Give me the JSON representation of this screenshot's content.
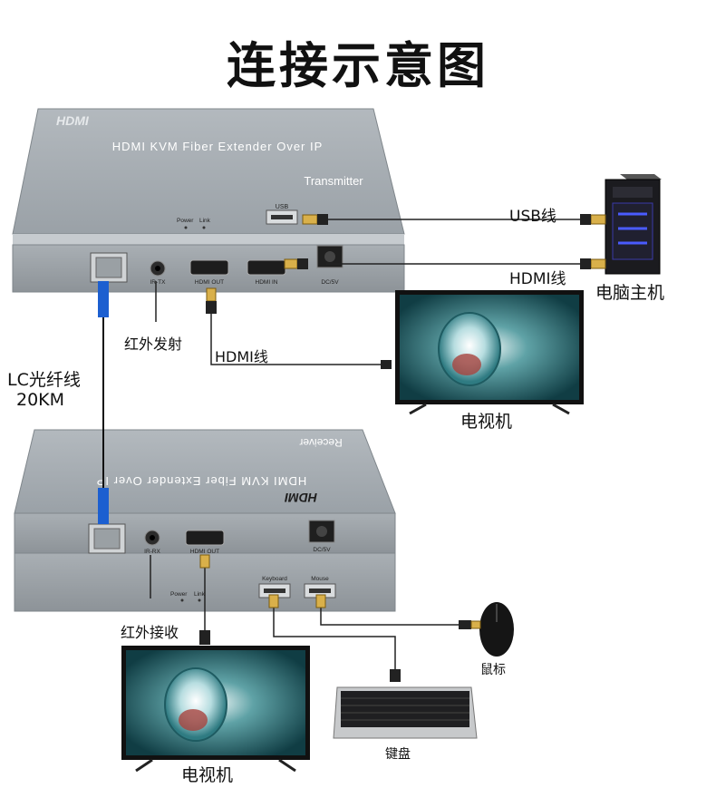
{
  "title": "连接示意图",
  "transmitter": {
    "brand": "HDMI",
    "model": "HDMI KVM Fiber Extender Over IP",
    "name": "Transmitter",
    "ports": {
      "usb": "USB",
      "power": "Power",
      "link": "Link",
      "ir": "IR-TX",
      "hdmi_out": "HDMI OUT",
      "hdmi_in": "HDMI IN",
      "dc": "DC/5V"
    }
  },
  "receiver": {
    "brand": "HDMI",
    "model": "HDMI KVM Fiber Extender Over IP",
    "name": "Receiver",
    "ports": {
      "ir": "IR-RX",
      "hdmi_out": "HDMI OUT",
      "dc": "DC/5V",
      "power": "Power",
      "link": "Link",
      "keyboard": "Keyboard",
      "mouse": "Mouse"
    }
  },
  "labels": {
    "usb_cable": "USB线",
    "hdmi_cable_pc": "HDMI线",
    "computer": "电脑主机",
    "ir_tx": "红外发射",
    "hdmi_cable_tv": "HDMI线",
    "tv_top": "电视机",
    "fiber_line1": "LC光纤线",
    "fiber_line2": "20KM",
    "ir_rx": "红外接收",
    "mouse": "鼠标",
    "keyboard": "键盘",
    "tv_bottom": "电视机"
  }
}
